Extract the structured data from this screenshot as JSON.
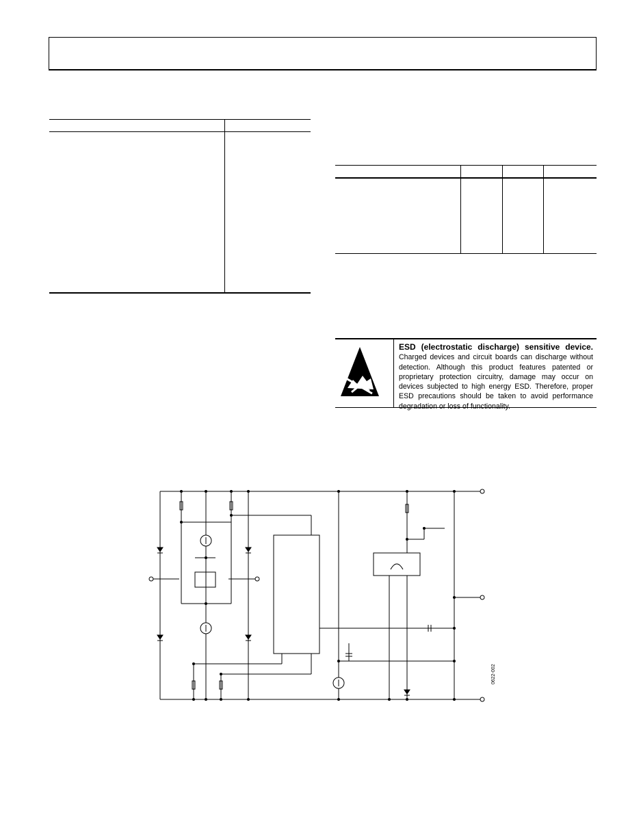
{
  "esd": {
    "title": "ESD (electrostatic discharge) sensitive device.",
    "body": "Charged devices and circuit boards can discharge without detection. Although this product features patented or proprietary protection circuitry, damage may occur on devices subjected to high energy ESD. Therefore, proper ESD precautions should be taken to avoid performance degradation or loss of functionality."
  },
  "figure": {
    "id": "0622-002"
  }
}
